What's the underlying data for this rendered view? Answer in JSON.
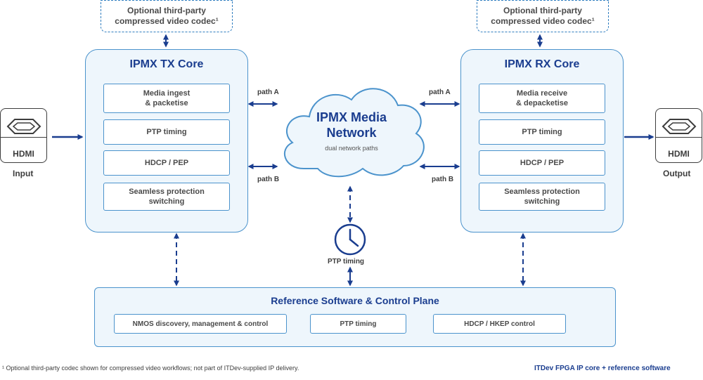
{
  "codec_left": {
    "line1": "Optional third-party",
    "line2": "compressed video codec¹"
  },
  "codec_right": {
    "line1": "Optional third-party",
    "line2": "compressed video codec¹"
  },
  "tx_core": {
    "title": "IPMX TX Core",
    "blocks": [
      {
        "line1": "Media ingest",
        "line2": "& packetise"
      },
      {
        "line1": "PTP timing",
        "line2": ""
      },
      {
        "line1": "HDCP / PEP",
        "line2": ""
      },
      {
        "line1": "Seamless protection",
        "line2": "switching"
      }
    ]
  },
  "rx_core": {
    "title": "IPMX RX Core",
    "blocks": [
      {
        "line1": "Media receive",
        "line2": "& depacketise"
      },
      {
        "line1": "PTP timing",
        "line2": ""
      },
      {
        "line1": "HDCP / PEP",
        "line2": ""
      },
      {
        "line1": "Seamless protection",
        "line2": "switching"
      }
    ]
  },
  "network": {
    "title_line1": "IPMX Media",
    "title_line2": "Network",
    "subtitle": "dual network paths",
    "left_path_a": "path A",
    "left_path_b": "path B",
    "right_path_a": "path A",
    "right_path_b": "path B"
  },
  "input": {
    "connector": "HDMI",
    "caption": "Input"
  },
  "output": {
    "connector": "HDMI",
    "caption": "Output"
  },
  "ptp": {
    "caption": "PTP timing",
    "icon": "clock-icon"
  },
  "control_plane": {
    "title": "Reference Software & Control Plane",
    "items": [
      "NMOS discovery, management & control",
      "PTP timing",
      "HDCP / HKEP control"
    ]
  },
  "footer": {
    "footnote": "¹ Optional third-party codec shown for compressed video workflows; not part of ITDev-supplied IP delivery.",
    "brand": "ITDev FPGA IP core + reference software"
  },
  "colors": {
    "accent": "#1a3d8f",
    "border": "#4b93cc",
    "fill": "#eef6fc",
    "arrow": "#1a3d8f"
  }
}
